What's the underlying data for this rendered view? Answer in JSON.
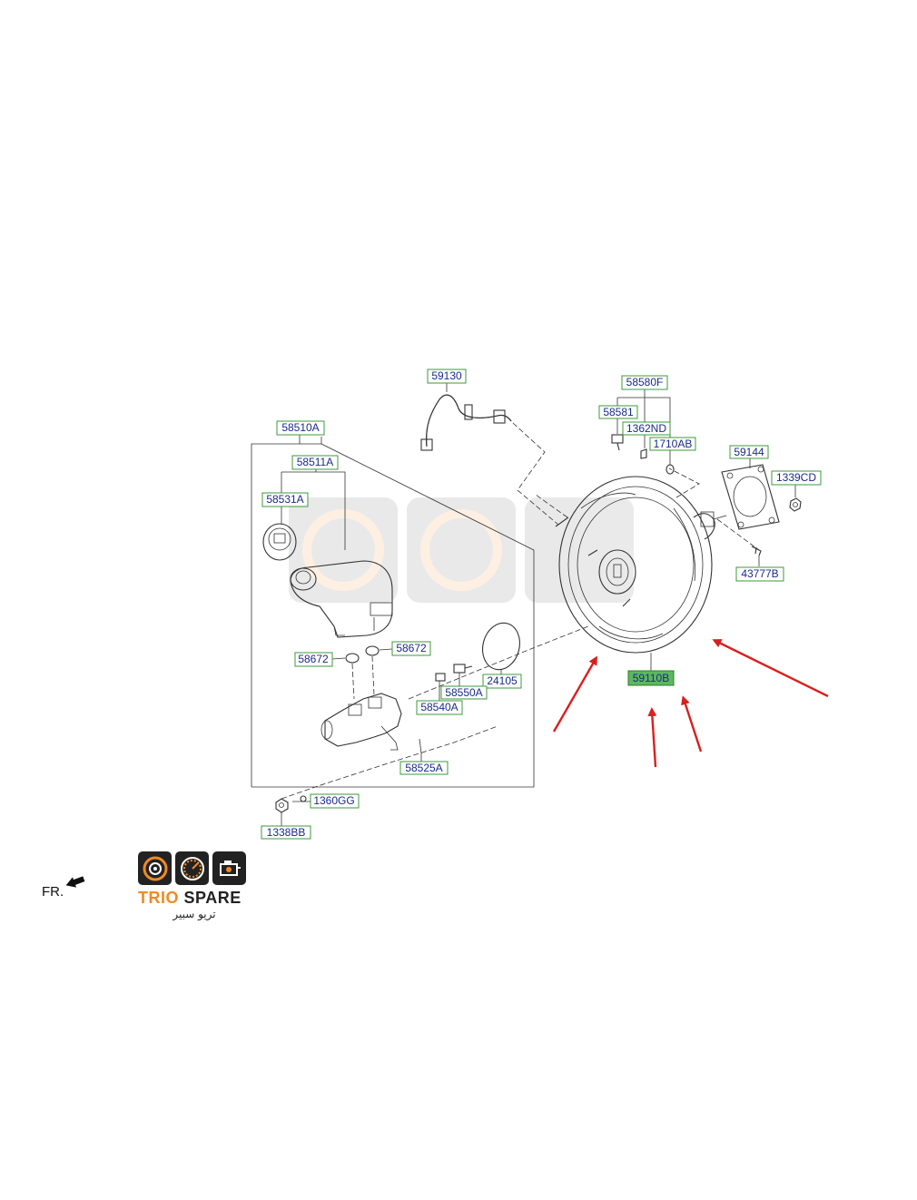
{
  "parts": {
    "p59130": "59130",
    "p58580F": "58580F",
    "p58581": "58581",
    "p1362ND": "1362ND",
    "p1710AB": "1710AB",
    "p59144": "59144",
    "p1339CD": "1339CD",
    "p43777B": "43777B",
    "p58510A": "58510A",
    "p58511A": "58511A",
    "p58531A": "58531A",
    "p58672a": "58672",
    "p58672b": "58672",
    "p24105": "24105",
    "p58550A": "58550A",
    "p58540A": "58540A",
    "p58525A": "58525A",
    "p1360GG": "1360GG",
    "p1338BB": "1338BB",
    "p59110B": "59110B"
  },
  "orientation_label": "FR.",
  "logo": {
    "name_part1": "TRIO",
    "name_part2": "SPARE",
    "arabic": "تريو سبير"
  },
  "colors": {
    "label_text": "#1a2a8c",
    "label_border": "#3d9a3d",
    "highlight_fill": "#5cb85c",
    "arrow": "#d8201e",
    "logo_orange": "#f08a24"
  }
}
